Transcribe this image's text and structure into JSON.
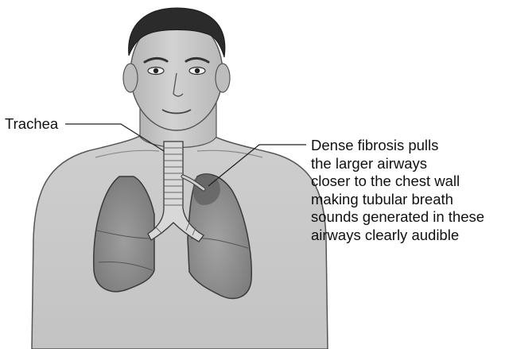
{
  "labels": {
    "trachea": "Trachea",
    "fibrosis_lines": [
      "Dense fibrosis pulls",
      "the larger airways",
      "closer to the chest wall",
      "making tubular breath",
      "sounds generated in these",
      "airways clearly audible"
    ]
  },
  "colors": {
    "skin": "#c9c9c9",
    "skin_shadow": "#a9a9a9",
    "hair": "#2b2b2b",
    "lung": "#8c8c8c",
    "lung_fibrosis": "#6a6a6a",
    "trachea": "#d8d8d8",
    "outline": "#3a3a3a"
  }
}
